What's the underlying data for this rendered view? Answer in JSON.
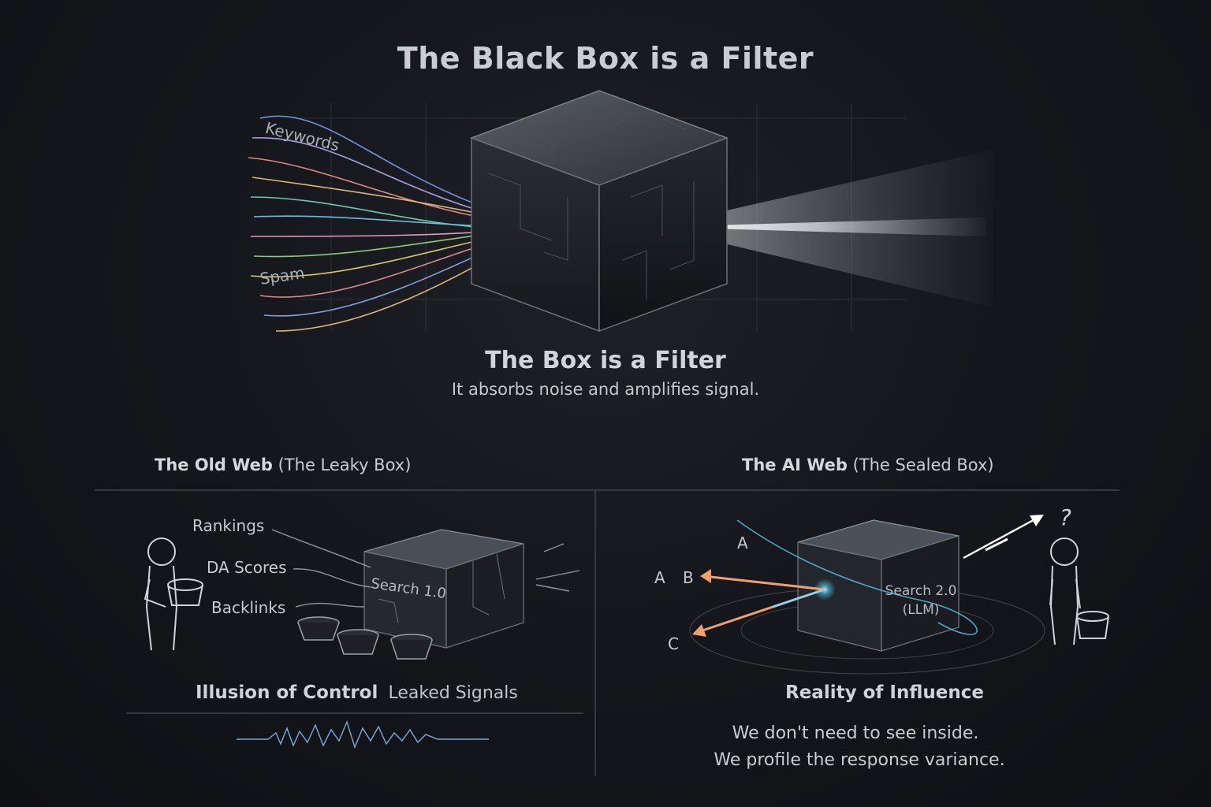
{
  "title": "The Black Box is a Filter",
  "hero": {
    "input_labels": [
      "Keywords",
      "Spam"
    ],
    "caption_title": "The Box is a Filter",
    "caption_text": "It absorbs noise and amplifies signal."
  },
  "left_panel": {
    "heading_bold": "The Old Web",
    "heading_rest": "(The Leaky Box)",
    "labels": [
      "Rankings",
      "DA Scores",
      "Backlinks"
    ],
    "box_label": "Search 1.0",
    "caption_bold": "Illusion of Control",
    "caption_rest": "Leaked Signals"
  },
  "right_panel": {
    "heading_bold": "The AI Web",
    "heading_rest": "(The Sealed Box)",
    "letters": [
      "A",
      "A",
      "B",
      "C"
    ],
    "box_label_line1": "Search 2.0",
    "box_label_line2": "(LLM)",
    "question_mark": "?",
    "caption": "Reality of Influence",
    "closing_line1": "We don't need to see inside.",
    "closing_line2": "We profile the response variance."
  },
  "colors": {
    "background": "#15171c",
    "text": "#d7d9de",
    "arrow_orange": "#f0a070",
    "arrow_blue": "#7fd6ff",
    "arrow_white": "#ffffff"
  }
}
